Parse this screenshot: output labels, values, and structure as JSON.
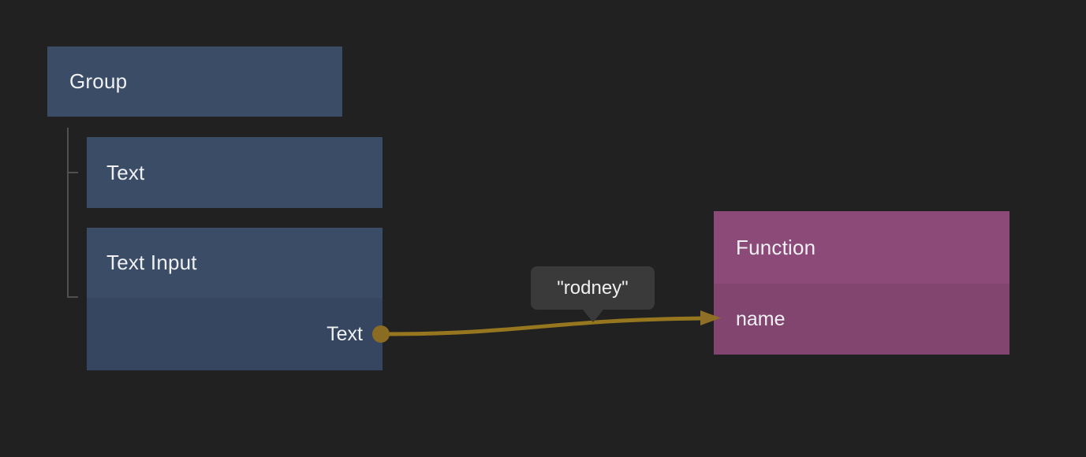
{
  "app": {
    "view": "node-editor-canvas"
  },
  "colors": {
    "background": "#212121",
    "node_blue": "#3b4c66",
    "node_blue_body": "#374660",
    "node_purple_header": "#8c4a78",
    "node_purple_body": "#82456f",
    "wire_gold": "#96761e",
    "port_dot_gold": "#8a6c22",
    "arrow_gold": "#8f6f25",
    "tree_line": "#4f4f4f",
    "tooltip_bg": "#3a3a3a",
    "text": "#eef0f2"
  },
  "nodes": {
    "group": {
      "title": "Group"
    },
    "text": {
      "title": "Text"
    },
    "text_input": {
      "title": "Text Input",
      "output_port": {
        "label": "Text"
      }
    },
    "function": {
      "title": "Function",
      "input_port": {
        "label": "name"
      }
    }
  },
  "connection": {
    "from_node": "Text Input",
    "from_port": "Text",
    "to_node": "Function",
    "to_port": "name",
    "tooltip_value": "\"rodney\""
  }
}
